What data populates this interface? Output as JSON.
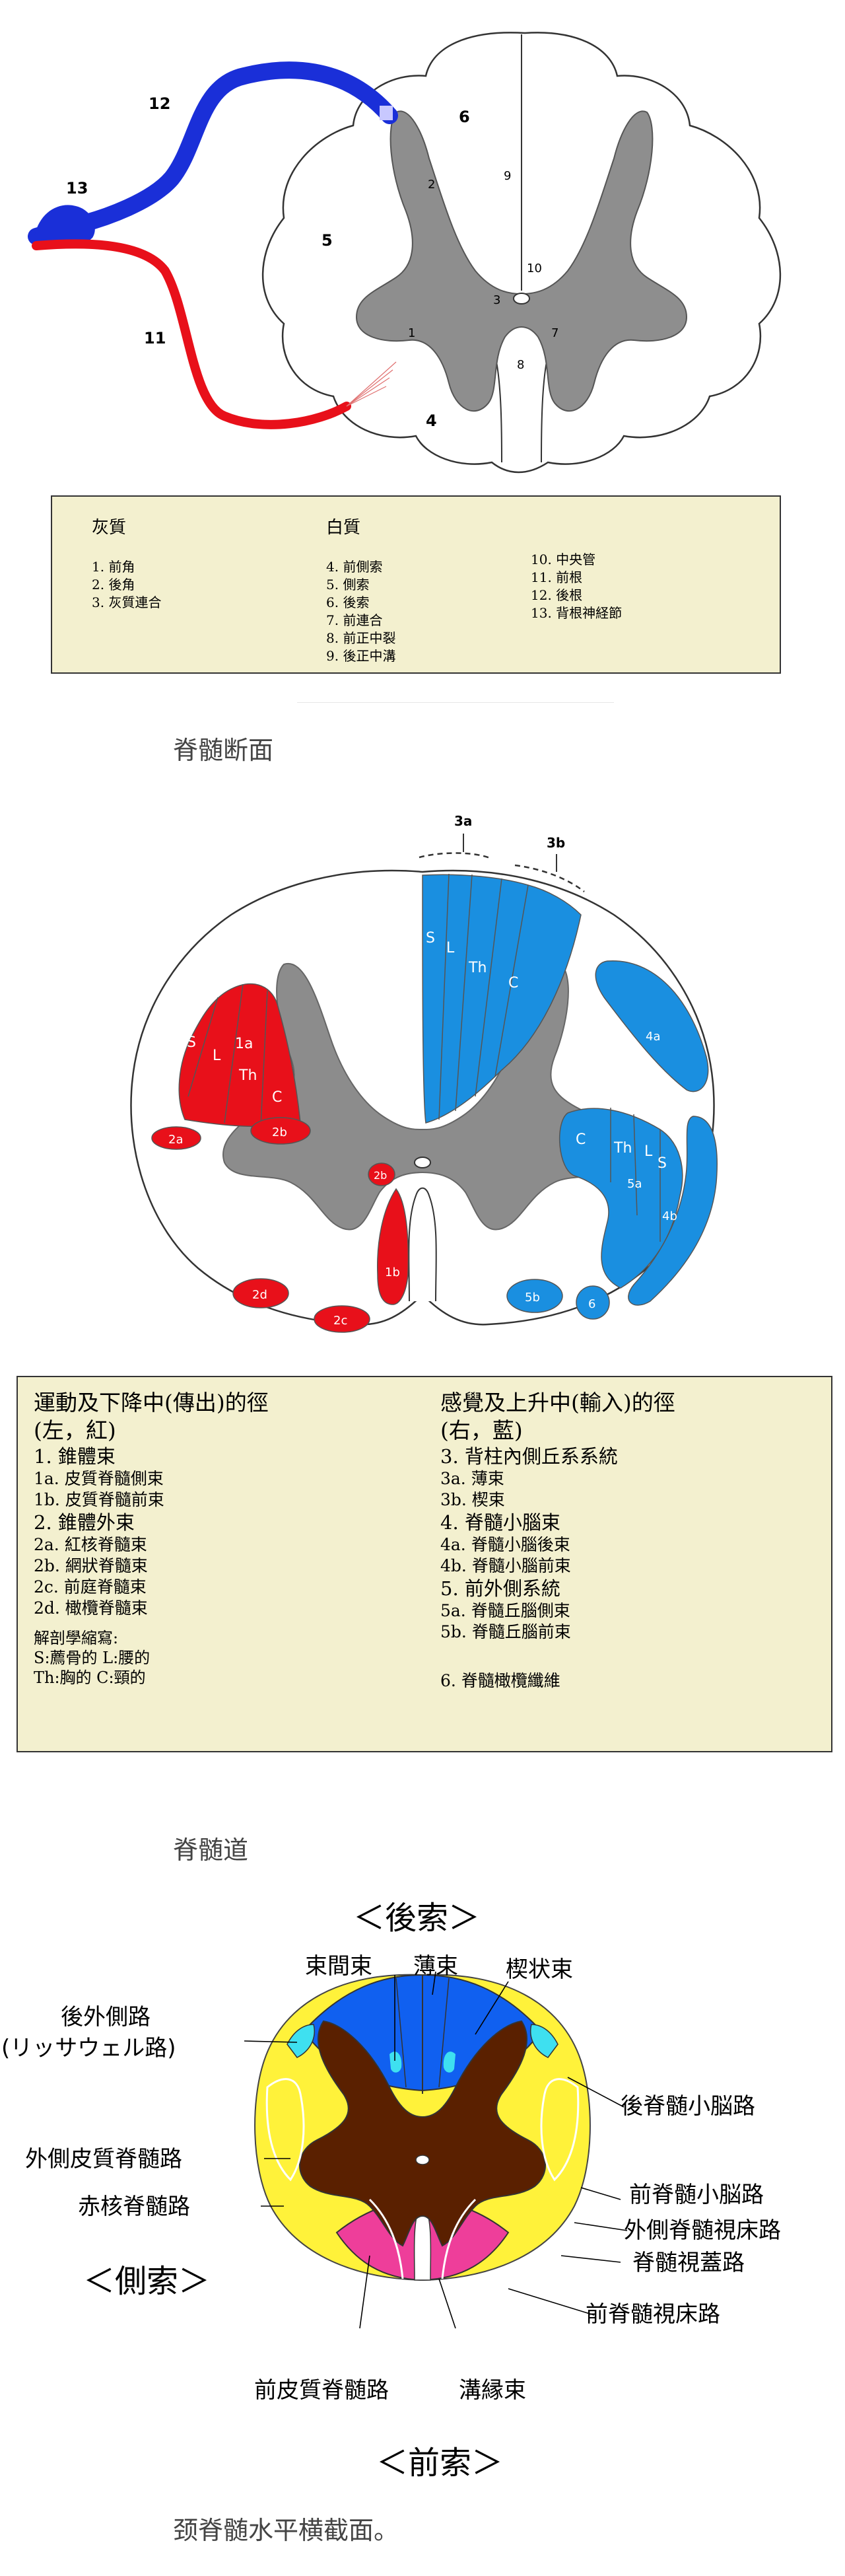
{
  "fig1": {
    "numbers": [
      "1",
      "2",
      "3",
      "4",
      "5",
      "6",
      "7",
      "8",
      "9",
      "10",
      "11",
      "12",
      "13"
    ],
    "legend": {
      "gray_header": "灰質",
      "gray_items": [
        "1. 前角",
        "2. 後角",
        "3. 灰質連合"
      ],
      "white_header": "白質",
      "white_items": [
        "4.  前側索",
        "5.  側索",
        "6.  後索",
        "7.  前連合",
        "8.  前正中裂",
        "9.  後正中溝"
      ],
      "other_items": [
        "10.  中央管",
        "11.  前根",
        "12.  後根",
        "13.  背根神経節"
      ]
    },
    "caption": "脊髄断面",
    "colors": {
      "dorsal_root": "#1a2fd8",
      "ventral_root": "#e8101a",
      "gray_matter": "#8c8c8c"
    }
  },
  "fig2": {
    "top_labels": [
      "3a",
      "3b"
    ],
    "red_labels": [
      "S",
      "L",
      "1a",
      "Th",
      "C",
      "2a",
      "2b",
      "2b",
      "1b",
      "2d",
      "2c"
    ],
    "blue_labels": [
      "S",
      "L",
      "Th",
      "C",
      "4a",
      "C",
      "Th",
      "L",
      "S",
      "5a",
      "4b",
      "5b",
      "6"
    ],
    "legend": {
      "left_title_1": "運動及下降中(傳出)的徑",
      "left_title_2": "(左，紅)",
      "left_items": [
        {
          "text": "1. 錐體束",
          "cls": "mid"
        },
        {
          "text": "1a. 皮質脊髓側束",
          "cls": "sm"
        },
        {
          "text": "1b. 皮質脊髓前束",
          "cls": "sm"
        },
        {
          "text": "2. 錐體外束",
          "cls": "mid"
        },
        {
          "text": "2a. 紅核脊髓束",
          "cls": "sm"
        },
        {
          "text": "2b. 網狀脊髓束",
          "cls": "sm"
        },
        {
          "text": "2c. 前庭脊髓束",
          "cls": "sm"
        },
        {
          "text": "2d. 橄欖脊髓束",
          "cls": "sm"
        }
      ],
      "abbrev_title": "解剖學縮寫:",
      "abbrev_1": "S:薦骨的  L:腰的",
      "abbrev_2": "Th:胸的   C:頸的",
      "right_title_1": "感覺及上升中(輸入)的徑",
      "right_title_2": "(右，藍)",
      "right_items": [
        {
          "text": "3. 背柱內側丘系系統",
          "cls": "mid"
        },
        {
          "text": "3a. 薄束",
          "cls": "sm"
        },
        {
          "text": "3b. 楔束",
          "cls": "sm"
        },
        {
          "text": "4. 脊髓小腦束",
          "cls": "mid"
        },
        {
          "text": "4a. 脊髓小腦後束",
          "cls": "sm"
        },
        {
          "text": "4b. 脊髓小腦前束",
          "cls": "sm"
        },
        {
          "text": "5. 前外側系統",
          "cls": "mid"
        },
        {
          "text": "5a. 脊髓丘腦側束",
          "cls": "sm"
        },
        {
          "text": "5b. 脊髓丘腦前束",
          "cls": "sm"
        }
      ],
      "right_last": "6. 脊髓橄欖纖維"
    },
    "caption": "脊髄道",
    "colors": {
      "motor": "#e8101a",
      "sensory": "#1a8fe0",
      "gray_matter": "#8c8c8c"
    }
  },
  "fig3": {
    "title_top": "＜後索＞",
    "title_side": "＜側索＞",
    "title_bottom": "＜前索＞",
    "labels": {
      "fasciculus_interfascicularis": "束間束",
      "gracile": "薄束",
      "cuneate": "楔状束",
      "lissauer": "後外側路",
      "lissauer_alt": "(リッサウェル路)",
      "posterior_spinocerebellar": "後脊髄小脳路",
      "lateral_corticospinal": "外側皮質脊髄路",
      "anterior_spinocerebellar": "前脊髄小脳路",
      "rubrospinal": "赤核脊髄路",
      "lateral_spinothalamic": "外側脊髄視床路",
      "spinotectal": "脊髄視蓋路",
      "anterior_spinothalamic": "前脊髄視床路",
      "anterior_corticospinal": "前皮質脊髄路",
      "sulcomarginal": "溝縁束"
    },
    "caption": "颈脊髄水平横截面。",
    "colors": {
      "posterior": "#1060f0",
      "lateral": "#fff23a",
      "anterior": "#ee3e9a",
      "gray": "#5a2000",
      "cyan": "#3ee0f0"
    }
  }
}
